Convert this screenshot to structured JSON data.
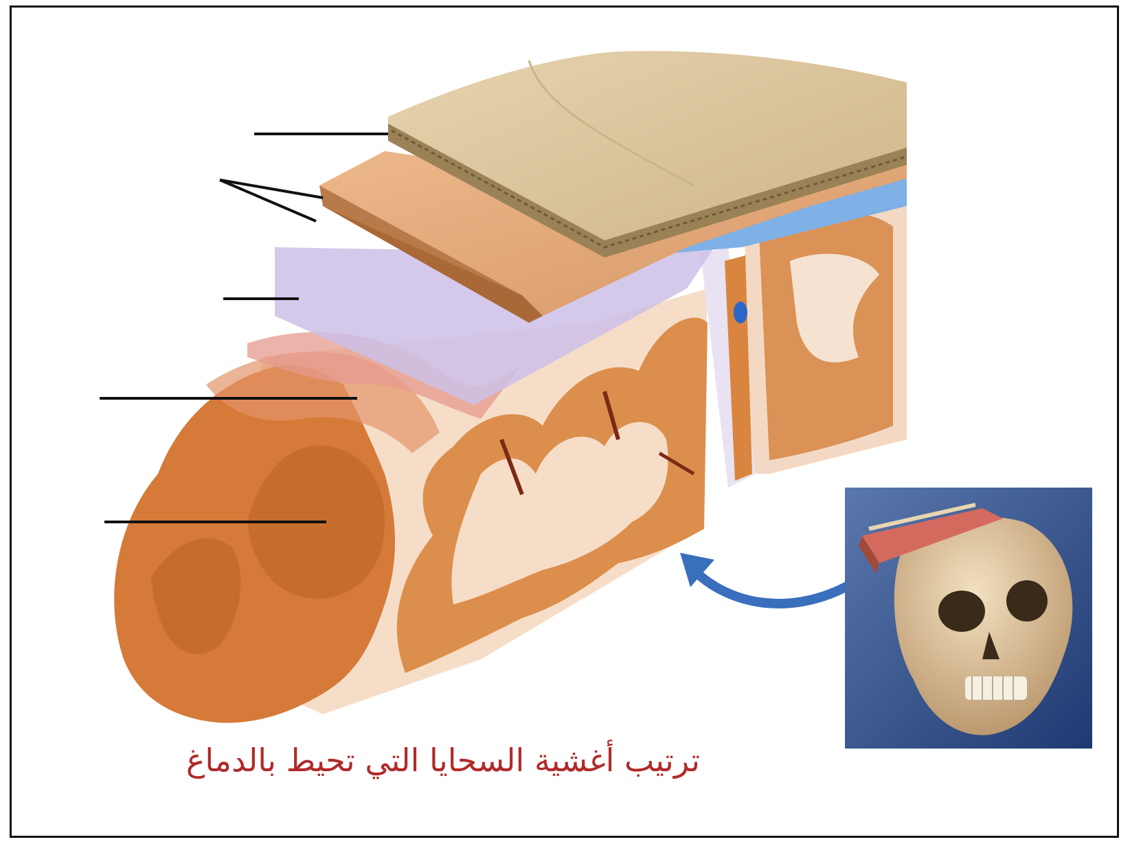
{
  "figure": {
    "caption": "ترتيب أغشية السحايا التي تحيط بالدماغ",
    "label_lines": [
      {
        "name": "label-line-skull-bone"
      },
      {
        "name": "label-line-dura-mater"
      },
      {
        "name": "label-line-arachnoid"
      },
      {
        "name": "label-line-pia-mater"
      },
      {
        "name": "label-line-brain-gyrus"
      }
    ],
    "colors": {
      "bone": "#d9c39a",
      "dura": "#e0a878",
      "arachnoid": "#c9b9e6",
      "cortex": "#d4803e",
      "white_matter": "#f6ddc8",
      "vein": "#4a8fd8",
      "inset_bg": "#2e4f8c",
      "caption": "#b02a2a"
    }
  }
}
